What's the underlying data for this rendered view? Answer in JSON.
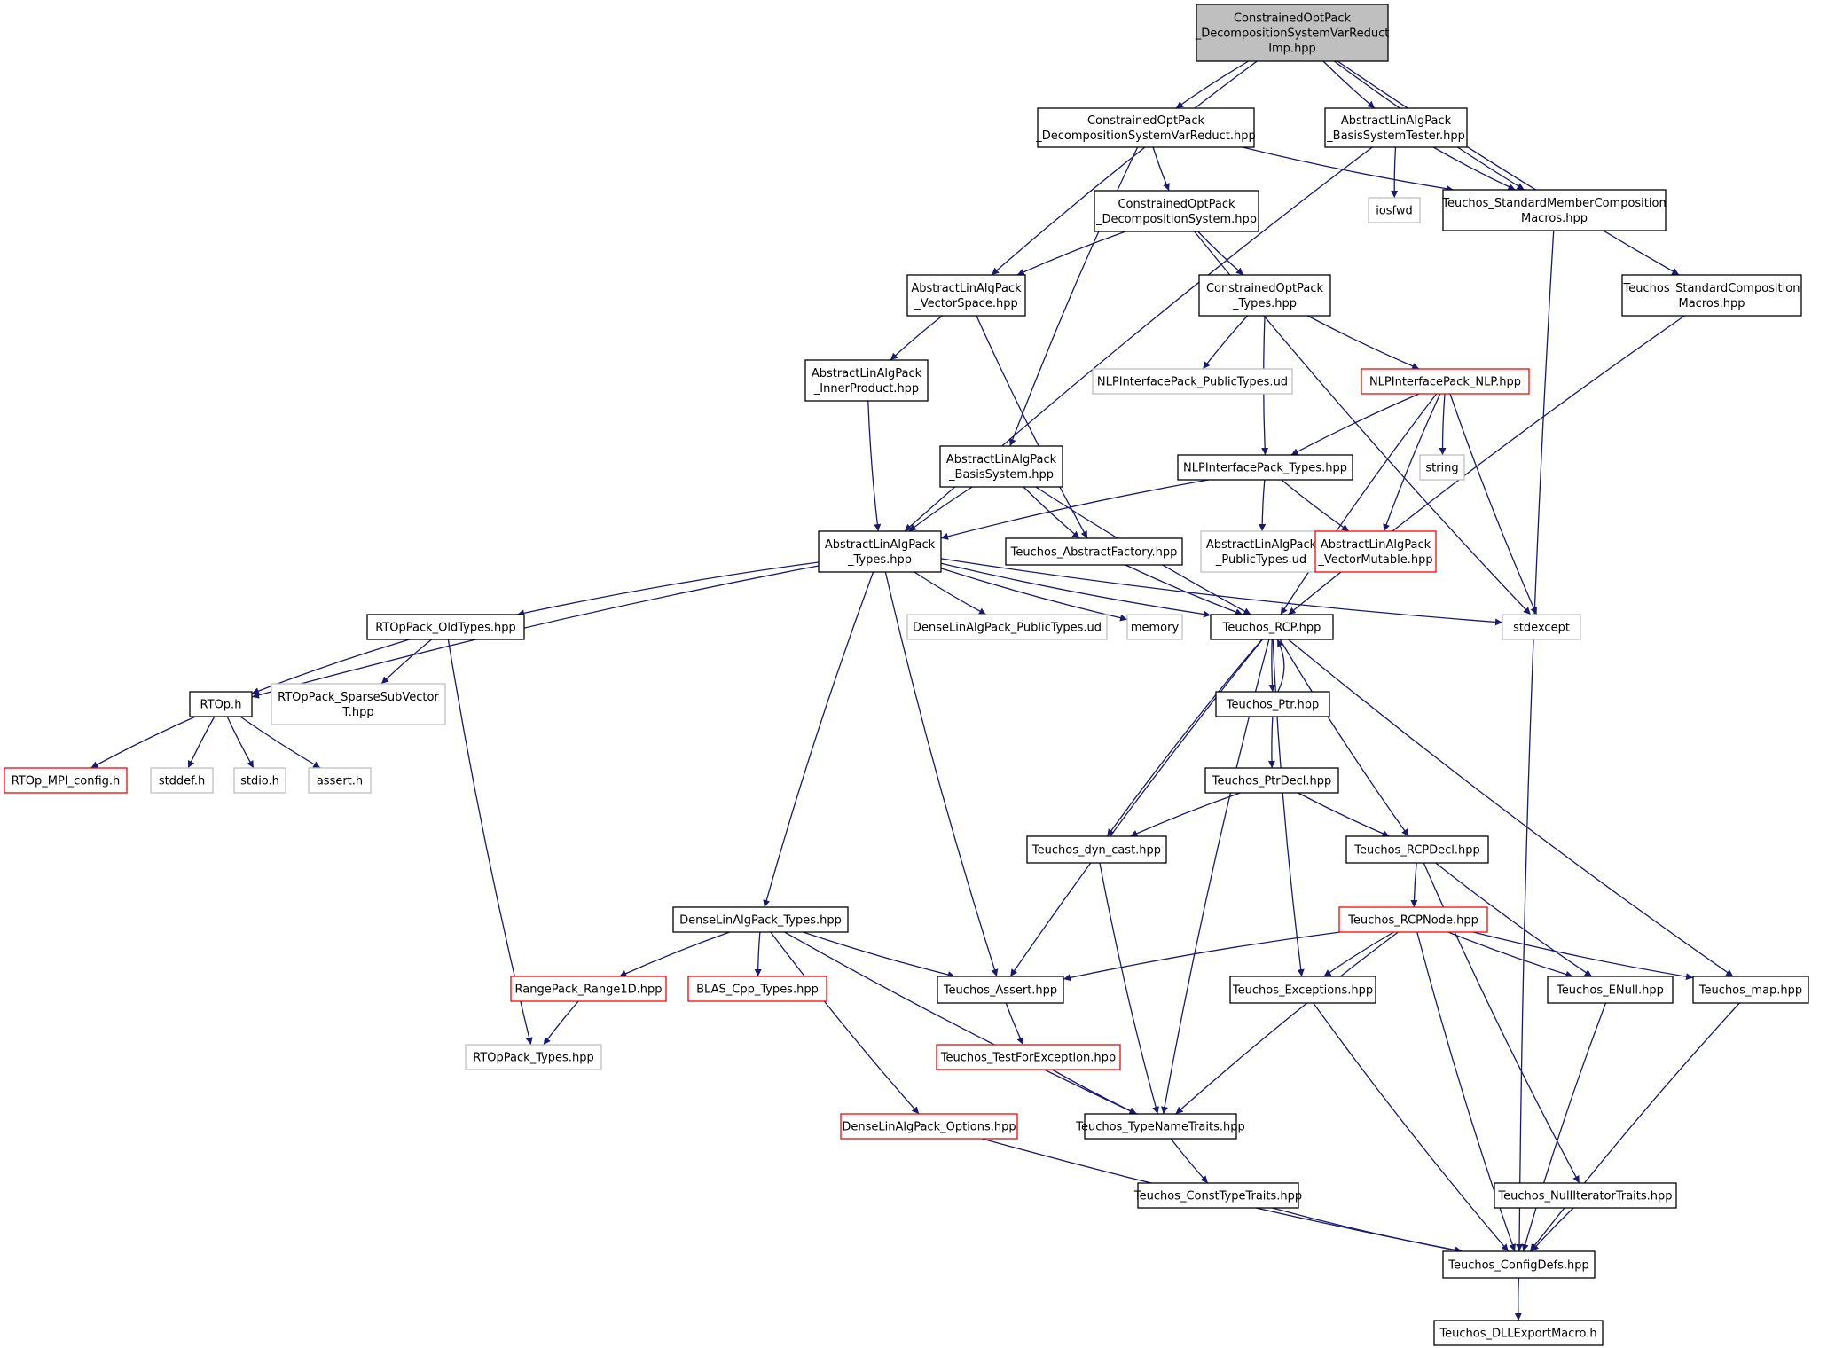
{
  "graph": {
    "colors": {
      "edge": "#191970",
      "border_default": "#000000",
      "border_external": "#bfbfbf",
      "border_truncated": "#ff0000",
      "fill_root": "#bfbfbf",
      "fill_default": "#ffffff"
    },
    "nodes": [
      {
        "id": "root",
        "lines": [
          "ConstrainedOptPack",
          "_DecompositionSystemVarReduct",
          "Imp.hpp"
        ],
        "style": "root"
      },
      {
        "id": "dsvr",
        "lines": [
          "ConstrainedOptPack",
          "_DecompositionSystemVarReduct.hpp"
        ],
        "style": "default"
      },
      {
        "id": "bst",
        "lines": [
          "AbstractLinAlgPack",
          "_BasisSystemTester.hpp"
        ],
        "style": "default"
      },
      {
        "id": "iosfwd",
        "lines": [
          "iosfwd"
        ],
        "style": "external"
      },
      {
        "id": "smcm",
        "lines": [
          "Teuchos_StandardMemberComposition",
          "Macros.hpp"
        ],
        "style": "default"
      },
      {
        "id": "ds",
        "lines": [
          "ConstrainedOptPack",
          "_DecompositionSystem.hpp"
        ],
        "style": "default"
      },
      {
        "id": "vs",
        "lines": [
          "AbstractLinAlgPack",
          "_VectorSpace.hpp"
        ],
        "style": "default"
      },
      {
        "id": "cotypes",
        "lines": [
          "ConstrainedOptPack",
          "_Types.hpp"
        ],
        "style": "default"
      },
      {
        "id": "scm",
        "lines": [
          "Teuchos_StandardComposition",
          "Macros.hpp"
        ],
        "style": "default"
      },
      {
        "id": "ip",
        "lines": [
          "AbstractLinAlgPack",
          "_InnerProduct.hpp"
        ],
        "style": "default"
      },
      {
        "id": "nlppub",
        "lines": [
          "NLPInterfacePack_PublicTypes.ud"
        ],
        "style": "external"
      },
      {
        "id": "nlp",
        "lines": [
          "NLPInterfacePack_NLP.hpp"
        ],
        "style": "truncated"
      },
      {
        "id": "string",
        "lines": [
          "string"
        ],
        "style": "external"
      },
      {
        "id": "bs",
        "lines": [
          "AbstractLinAlgPack",
          "_BasisSystem.hpp"
        ],
        "style": "default"
      },
      {
        "id": "nlptypes",
        "lines": [
          "NLPInterfacePack_Types.hpp"
        ],
        "style": "default"
      },
      {
        "id": "alatypes",
        "lines": [
          "AbstractLinAlgPack",
          "_Types.hpp"
        ],
        "style": "default"
      },
      {
        "id": "af",
        "lines": [
          "Teuchos_AbstractFactory.hpp"
        ],
        "style": "default"
      },
      {
        "id": "alapub",
        "lines": [
          "AbstractLinAlgPack",
          "_PublicTypes.ud"
        ],
        "style": "external"
      },
      {
        "id": "vm",
        "lines": [
          "AbstractLinAlgPack",
          "_VectorMutable.hpp"
        ],
        "style": "truncated"
      },
      {
        "id": "rtopold",
        "lines": [
          "RTOpPack_OldTypes.hpp"
        ],
        "style": "default"
      },
      {
        "id": "dlapub",
        "lines": [
          "DenseLinAlgPack_PublicTypes.ud"
        ],
        "style": "external"
      },
      {
        "id": "memory",
        "lines": [
          "memory"
        ],
        "style": "external"
      },
      {
        "id": "rcp",
        "lines": [
          "Teuchos_RCP.hpp"
        ],
        "style": "default"
      },
      {
        "id": "stdexcept",
        "lines": [
          "stdexcept"
        ],
        "style": "external"
      },
      {
        "id": "rtoph",
        "lines": [
          "RTOp.h"
        ],
        "style": "default"
      },
      {
        "id": "ssv",
        "lines": [
          "RTOpPack_SparseSubVector",
          "T.hpp"
        ],
        "style": "external"
      },
      {
        "id": "ptr",
        "lines": [
          "Teuchos_Ptr.hpp"
        ],
        "style": "default"
      },
      {
        "id": "mpi",
        "lines": [
          "RTOp_MPI_config.h"
        ],
        "style": "truncated"
      },
      {
        "id": "stddef",
        "lines": [
          "stddef.h"
        ],
        "style": "external"
      },
      {
        "id": "stdio",
        "lines": [
          "stdio.h"
        ],
        "style": "external"
      },
      {
        "id": "assert",
        "lines": [
          "assert.h"
        ],
        "style": "external"
      },
      {
        "id": "ptrdecl",
        "lines": [
          "Teuchos_PtrDecl.hpp"
        ],
        "style": "default"
      },
      {
        "id": "dyncast",
        "lines": [
          "Teuchos_dyn_cast.hpp"
        ],
        "style": "default"
      },
      {
        "id": "rcpdecl",
        "lines": [
          "Teuchos_RCPDecl.hpp"
        ],
        "style": "default"
      },
      {
        "id": "dlatypes",
        "lines": [
          "DenseLinAlgPack_Types.hpp"
        ],
        "style": "default"
      },
      {
        "id": "rcpnode",
        "lines": [
          "Teuchos_RCPNode.hpp"
        ],
        "style": "truncated"
      },
      {
        "id": "range1d",
        "lines": [
          "RangePack_Range1D.hpp"
        ],
        "style": "truncated"
      },
      {
        "id": "blas",
        "lines": [
          "BLAS_Cpp_Types.hpp"
        ],
        "style": "truncated"
      },
      {
        "id": "tassert",
        "lines": [
          "Teuchos_Assert.hpp"
        ],
        "style": "default"
      },
      {
        "id": "exceptions",
        "lines": [
          "Teuchos_Exceptions.hpp"
        ],
        "style": "default"
      },
      {
        "id": "enull",
        "lines": [
          "Teuchos_ENull.hpp"
        ],
        "style": "default"
      },
      {
        "id": "tmap",
        "lines": [
          "Teuchos_map.hpp"
        ],
        "style": "default"
      },
      {
        "id": "rtoptypes",
        "lines": [
          "RTOpPack_Types.hpp"
        ],
        "style": "external"
      },
      {
        "id": "tfe",
        "lines": [
          "Teuchos_TestForException.hpp"
        ],
        "style": "truncated"
      },
      {
        "id": "dlaopt",
        "lines": [
          "DenseLinAlgPack_Options.hpp"
        ],
        "style": "truncated"
      },
      {
        "id": "tnt",
        "lines": [
          "Teuchos_TypeNameTraits.hpp"
        ],
        "style": "default"
      },
      {
        "id": "ctt",
        "lines": [
          "Teuchos_ConstTypeTraits.hpp"
        ],
        "style": "default"
      },
      {
        "id": "nit",
        "lines": [
          "Teuchos_NullIteratorTraits.hpp"
        ],
        "style": "default"
      },
      {
        "id": "cfg",
        "lines": [
          "Teuchos_ConfigDefs.hpp"
        ],
        "style": "default"
      },
      {
        "id": "dll",
        "lines": [
          "Teuchos_DLLExportMacro.h"
        ],
        "style": "default"
      }
    ],
    "edges": [
      [
        "root",
        "dsvr"
      ],
      [
        "root",
        "bst"
      ],
      [
        "root",
        "vs"
      ],
      [
        "root",
        "smcm"
      ],
      [
        "root",
        "scm"
      ],
      [
        "dsvr",
        "ds"
      ],
      [
        "dsvr",
        "smcm"
      ],
      [
        "dsvr",
        "bs"
      ],
      [
        "bst",
        "iosfwd"
      ],
      [
        "bst",
        "smcm"
      ],
      [
        "bst",
        "alatypes"
      ],
      [
        "smcm",
        "cfg"
      ],
      [
        "ds",
        "vs"
      ],
      [
        "ds",
        "cotypes"
      ],
      [
        "ds",
        "stdexcept"
      ],
      [
        "vs",
        "ip"
      ],
      [
        "vs",
        "af"
      ],
      [
        "cotypes",
        "nlppub"
      ],
      [
        "cotypes",
        "nlp"
      ],
      [
        "cotypes",
        "nlptypes"
      ],
      [
        "scm",
        "rcp"
      ],
      [
        "ip",
        "alatypes"
      ],
      [
        "nlp",
        "string"
      ],
      [
        "nlp",
        "vm"
      ],
      [
        "nlp",
        "nlptypes"
      ],
      [
        "nlp",
        "rcp"
      ],
      [
        "nlp",
        "stdexcept"
      ],
      [
        "bs",
        "alatypes"
      ],
      [
        "bs",
        "af"
      ],
      [
        "bs",
        "rcp"
      ],
      [
        "nlptypes",
        "alatypes"
      ],
      [
        "nlptypes",
        "alapub"
      ],
      [
        "nlptypes",
        "vm"
      ],
      [
        "alatypes",
        "rtoph"
      ],
      [
        "alatypes",
        "rtopold"
      ],
      [
        "alatypes",
        "dlapub"
      ],
      [
        "alatypes",
        "memory"
      ],
      [
        "alatypes",
        "rcp"
      ],
      [
        "alatypes",
        "stdexcept"
      ],
      [
        "alatypes",
        "dlatypes"
      ],
      [
        "alatypes",
        "tassert"
      ],
      [
        "af",
        "rcp"
      ],
      [
        "rtopold",
        "rtoph"
      ],
      [
        "rtopold",
        "ssv"
      ],
      [
        "rtopold",
        "rtoptypes"
      ],
      [
        "rtoph",
        "mpi"
      ],
      [
        "rtoph",
        "stddef"
      ],
      [
        "rtoph",
        "stdio"
      ],
      [
        "rtoph",
        "assert"
      ],
      [
        "rcp",
        "ptr"
      ],
      [
        "ptr",
        "rcp"
      ],
      [
        "rcp",
        "tassert"
      ],
      [
        "rcp",
        "dyncast"
      ],
      [
        "rcp",
        "tnt"
      ],
      [
        "rcp",
        "exceptions"
      ],
      [
        "rcp",
        "rcpdecl"
      ],
      [
        "rcp",
        "tmap"
      ],
      [
        "ptr",
        "ptrdecl"
      ],
      [
        "ptrdecl",
        "dyncast"
      ],
      [
        "ptrdecl",
        "rcpdecl"
      ],
      [
        "dyncast",
        "tnt"
      ],
      [
        "rcpdecl",
        "rcpnode"
      ],
      [
        "rcpdecl",
        "enull"
      ],
      [
        "rcpdecl",
        "nit"
      ],
      [
        "dlatypes",
        "range1d"
      ],
      [
        "dlatypes",
        "blas"
      ],
      [
        "dlatypes",
        "tassert"
      ],
      [
        "dlatypes",
        "dlaopt"
      ],
      [
        "dlatypes",
        "tnt"
      ],
      [
        "rcpnode",
        "tassert"
      ],
      [
        "rcpnode",
        "exceptions"
      ],
      [
        "rcpnode",
        "enull"
      ],
      [
        "rcpnode",
        "tmap"
      ],
      [
        "rcpnode",
        "tnt"
      ],
      [
        "rcpnode",
        "cfg"
      ],
      [
        "range1d",
        "rtoptypes"
      ],
      [
        "tassert",
        "tfe"
      ],
      [
        "tfe",
        "tnt"
      ],
      [
        "exceptions",
        "cfg"
      ],
      [
        "enull",
        "cfg"
      ],
      [
        "tmap",
        "cfg"
      ],
      [
        "dlaopt",
        "cfg"
      ],
      [
        "tnt",
        "ctt"
      ],
      [
        "ctt",
        "cfg"
      ],
      [
        "nit",
        "cfg"
      ],
      [
        "cfg",
        "dll"
      ]
    ]
  }
}
